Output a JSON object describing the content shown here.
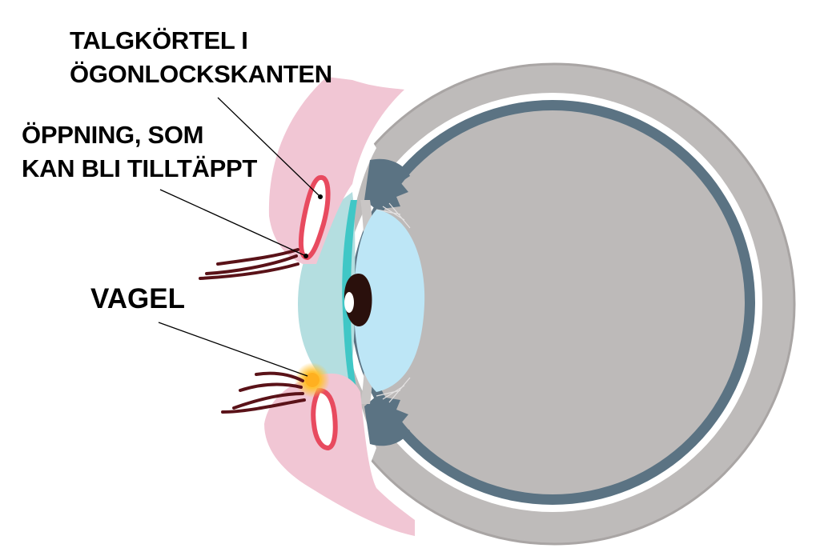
{
  "labels": {
    "gland": {
      "line1": "TALGKÖRTEL I",
      "line2": "ÖGONLOCKSKANTEN"
    },
    "opening": {
      "line1": "ÖPPNING, SOM",
      "line2": "KAN BLI TILLTÄPPT"
    },
    "stye": "VAGEL"
  },
  "colors": {
    "eyeball": "#bebbba",
    "eye_ring": "#9b9796",
    "sclera_gap": "#ffffff",
    "choroid": "#5b7383",
    "vitreous": "#bdbab9",
    "lens": "#bde6f6",
    "cornea": "#b4dee0",
    "iris_accent": "#40c7c6",
    "pupil": "#2a100c",
    "eyelid": "#f1c6d4",
    "gland_outline": "#e84a5f",
    "eyelashes": "#5a1218",
    "stye_glow": "#f9a825",
    "leader_line": "#000000"
  }
}
